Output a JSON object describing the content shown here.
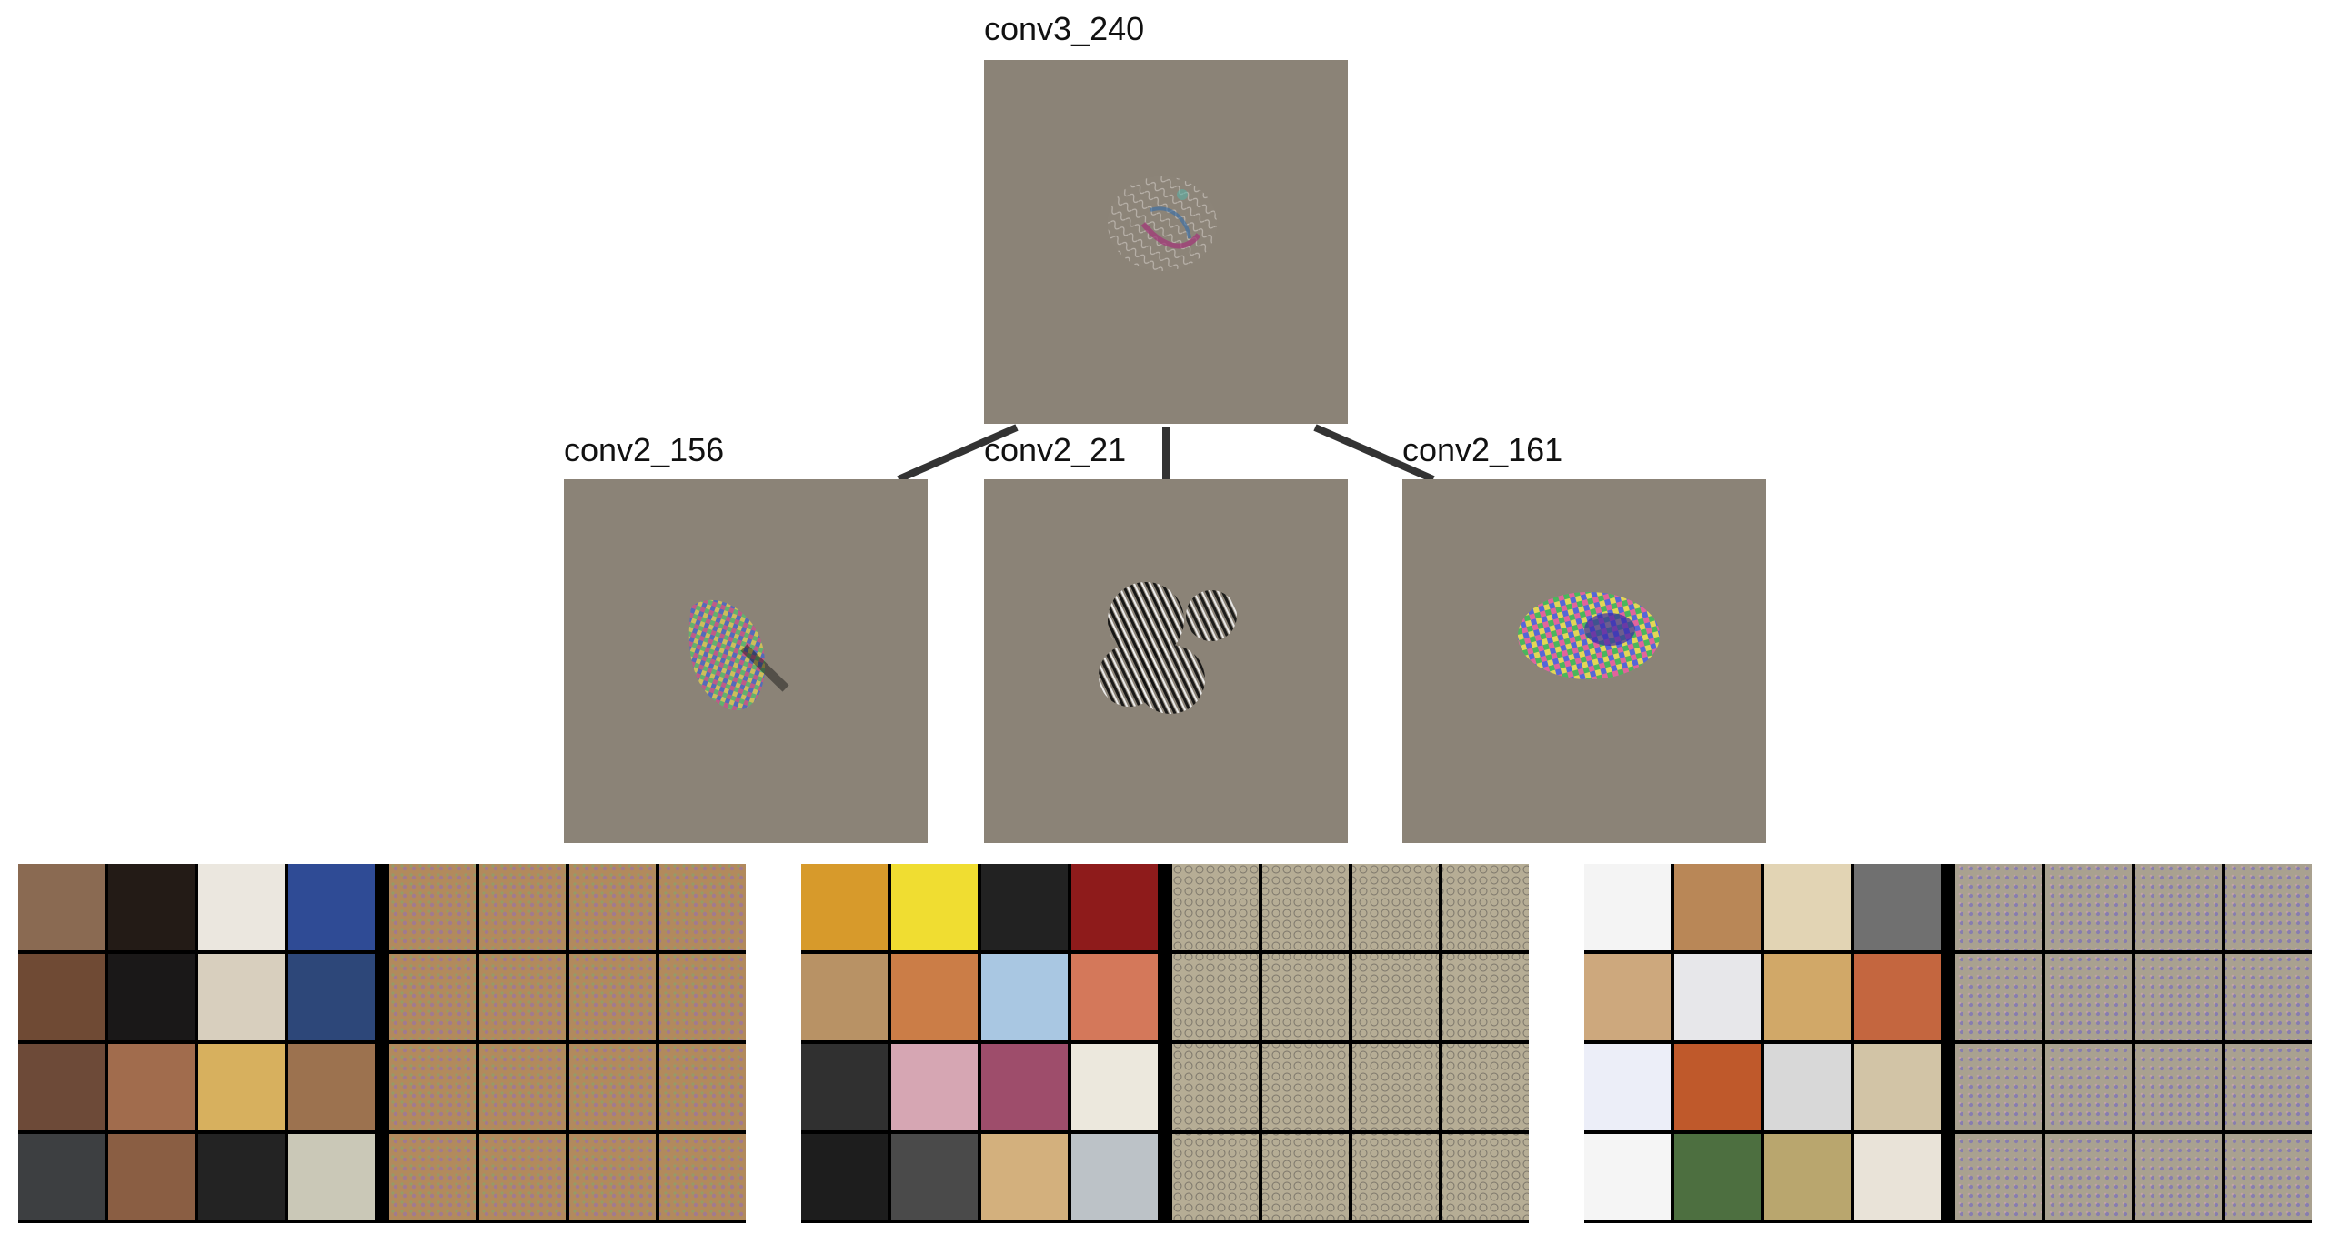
{
  "nodes": {
    "top": {
      "label": "conv3_240"
    },
    "left": {
      "label": "conv2_156"
    },
    "center": {
      "label": "conv2_21"
    },
    "right": {
      "label": "conv2_161"
    }
  },
  "colors": {
    "background": "#ffffff",
    "vis_gray": "#8b8377",
    "connector": "#333333",
    "cell_border": "#000000",
    "left_vis_tint": "#b28a5d",
    "center_vis_tint": "#b6ad95",
    "right_vis_tint": "#a9a190"
  }
}
